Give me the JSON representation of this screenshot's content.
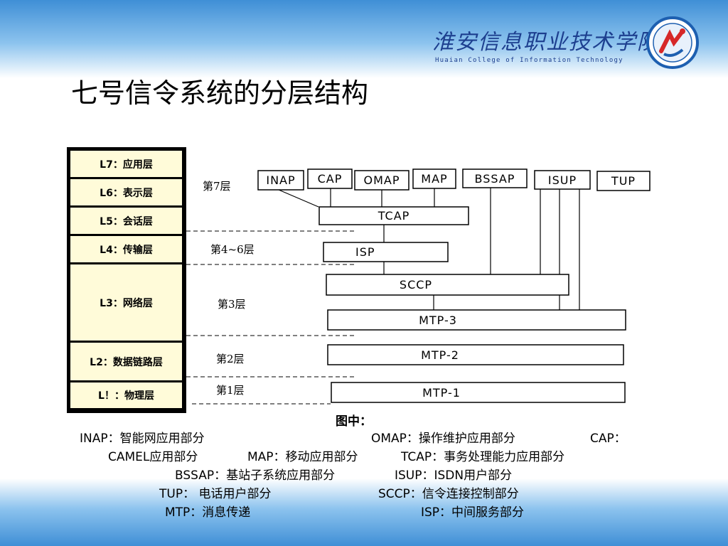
{
  "header": {
    "school_name": "淮安信息职业技术学院",
    "school_name_en": "Huaian College of Information Technology"
  },
  "title": "七号信令系统的分层结构",
  "osi_layers": [
    "L7：应用层",
    "L6：表示层",
    "L5：会话层",
    "L4：传输层",
    "L3：网络层",
    "L2：数据链路层",
    "L！：物理层"
  ],
  "stack_levels": {
    "l7": "第7层",
    "l4_6": "第4~6层",
    "l3": "第3层",
    "l2": "第2层",
    "l1": "第1层"
  },
  "protocols": {
    "inap": "INAP",
    "cap": "CAP",
    "omap": "OMAP",
    "map": "MAP",
    "bssap": "BSSAP",
    "isup": "ISUP",
    "tup": "TUP",
    "tcap": "TCAP",
    "isp": "ISP",
    "sccp": "SCCP",
    "mtp3": "MTP-3",
    "mtp2": "MTP-2",
    "mtp1": "MTP-1"
  },
  "legend": {
    "heading": "图中：",
    "inap": "INAP：智能网应用部分",
    "omap": "OMAP：操作维护应用部分",
    "cap_prefix": "CAP：",
    "cap": "CAMEL应用部分",
    "map": "MAP：移动应用部分",
    "tcap": "TCAP：事务处理能力应用部分",
    "bssap": "BSSAP：基站子系统应用部分",
    "isup": "ISUP：ISDN用户部分",
    "tup": "TUP： 电话用户部分",
    "sccp": "SCCP：信令连接控制部分",
    "mtp": "MTP：消息传递",
    "isp": "ISP：中间服务部分"
  },
  "colors": {
    "band": "#3f8fd6",
    "layer_fill": "#fffbd9",
    "text": "#000000",
    "school": "#1d3f8f"
  }
}
